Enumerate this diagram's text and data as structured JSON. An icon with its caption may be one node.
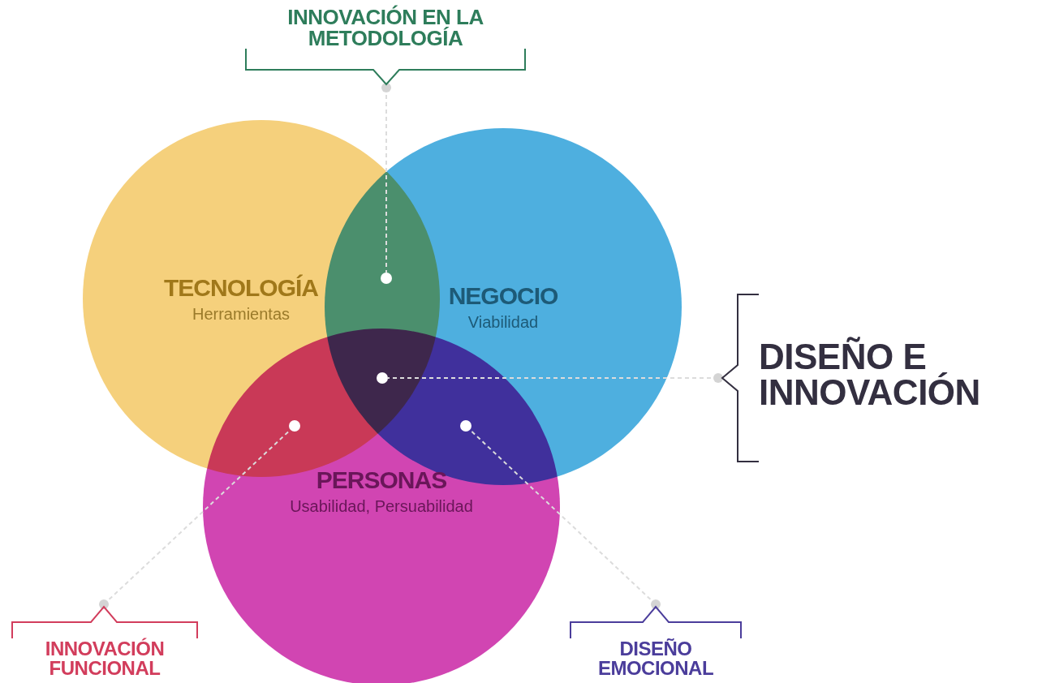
{
  "diagram": {
    "nodes": [
      {
        "text": [
          "TECNOLOGÍA",
          "Herramientas"
        ]
      },
      {
        "text": [
          "NEGOCIO",
          "Viabilidad"
        ]
      },
      {
        "text": [
          "PERSONAS",
          "Usabilidad, Persuabilidad"
        ]
      },
      {
        "text": [
          "INNOVACIÓN EN LA METODOLOGÍA"
        ]
      },
      {
        "text": [],
        "shape": "circle"
      },
      {
        "text": [
          "DISEÑO E INNOVACIÓN"
        ]
      },
      {
        "text": [],
        "shape": "circle"
      },
      {
        "text": [
          "INNOVACIÓN FUNCIONAL"
        ]
      },
      {
        "text": [],
        "shape": "circle"
      },
      {
        "text": [
          "DISEÑO EMOCIONAL"
        ]
      },
      {
        "text": [],
        "shape": "circle"
      }
    ],
    "edges": [
      {
        "from": 3,
        "to": 4,
        "arrow": "other",
        "style": "dashed"
      },
      {
        "from": 5,
        "to": 6,
        "arrow": "other",
        "style": "dashed"
      },
      {
        "from": 7,
        "to": 8,
        "arrow": "other",
        "style": "dashed"
      },
      {
        "from": 9,
        "to": 10,
        "arrow": "other",
        "style": "dashed"
      }
    ]
  }
}
